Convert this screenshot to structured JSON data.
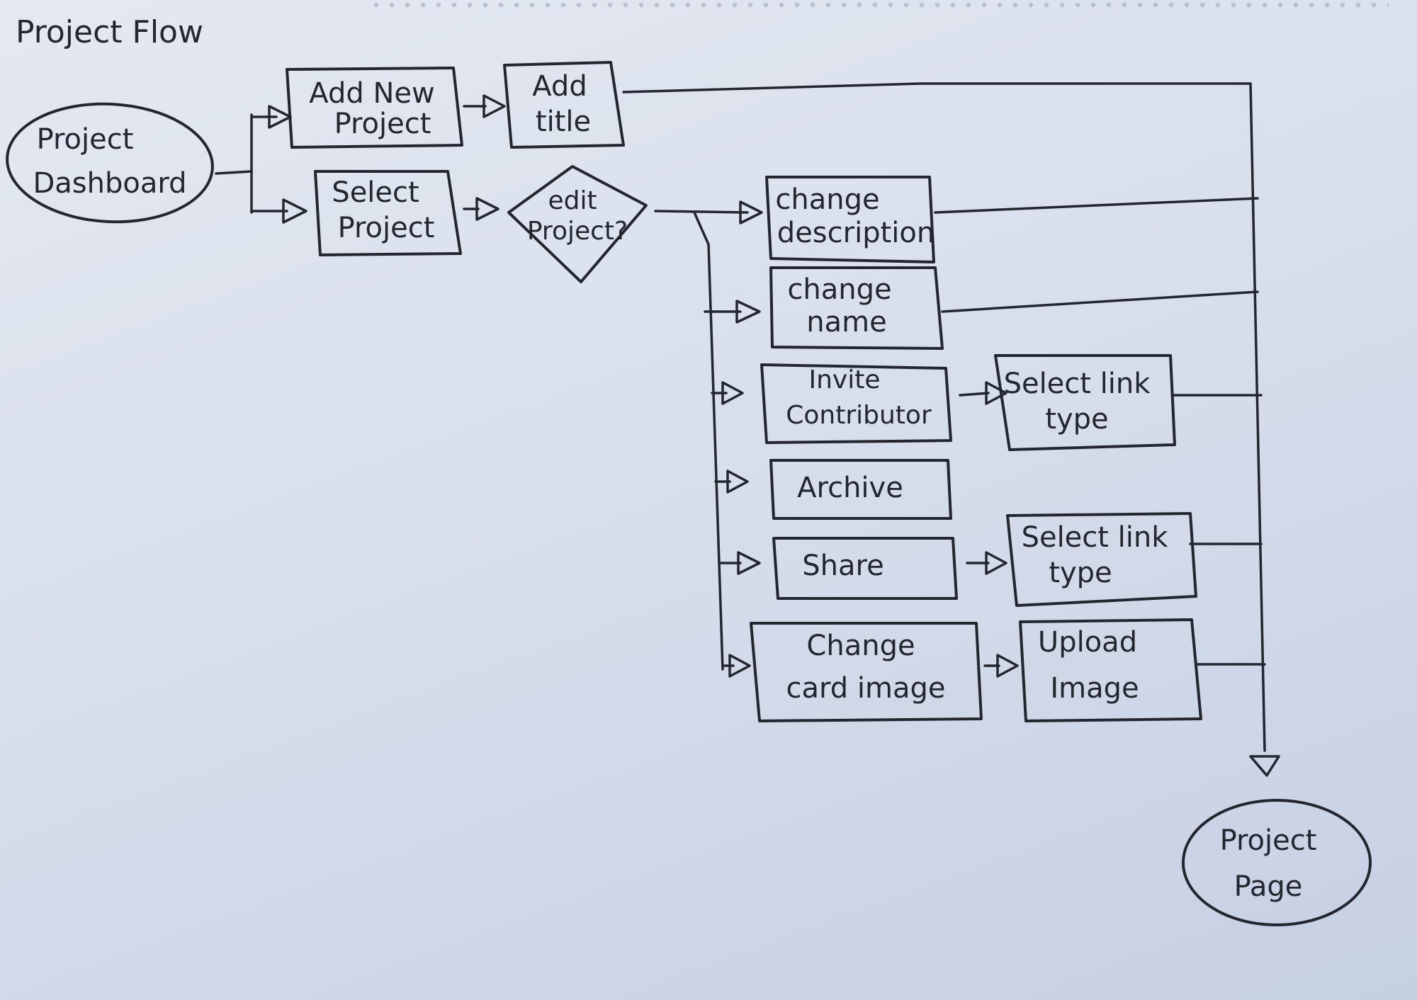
{
  "title": "Project Flow",
  "nodes": {
    "project_dashboard": [
      "Project",
      "Dashboard"
    ],
    "add_new_project": [
      "Add New",
      "Project"
    ],
    "add_title": [
      "Add",
      "title"
    ],
    "select_project": [
      "Select",
      "Project"
    ],
    "edit_project": [
      "edit",
      "Project?"
    ],
    "change_description": [
      "change",
      "description"
    ],
    "change_name": [
      "change",
      "name"
    ],
    "invite_contributor": [
      "Invite",
      "Contributor"
    ],
    "select_link_type_1": [
      "Select link",
      "type"
    ],
    "archive": [
      "Archive"
    ],
    "share": [
      "Share"
    ],
    "select_link_type_2": [
      "Select link",
      "type"
    ],
    "change_card_image": [
      "Change",
      "card image"
    ],
    "upload_image": [
      "Upload",
      "Image"
    ],
    "project_page": [
      "Project",
      "Page"
    ]
  },
  "colors": {
    "ink": "#23262e",
    "paper": "#e4e8f1"
  }
}
